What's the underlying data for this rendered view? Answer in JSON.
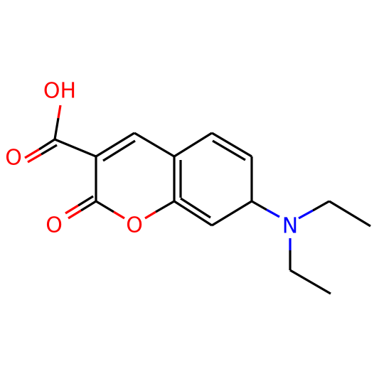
{
  "molecule": {
    "atoms": {
      "oh": "OH",
      "carbonyl_o_acid": "O",
      "carbonyl_o_lactone": "O",
      "ring_o": "O",
      "amine_n": "N"
    },
    "colors": {
      "bond": "#000000",
      "oxygen": "#ff0000",
      "nitrogen": "#0000ff",
      "background": "#ffffff"
    }
  }
}
